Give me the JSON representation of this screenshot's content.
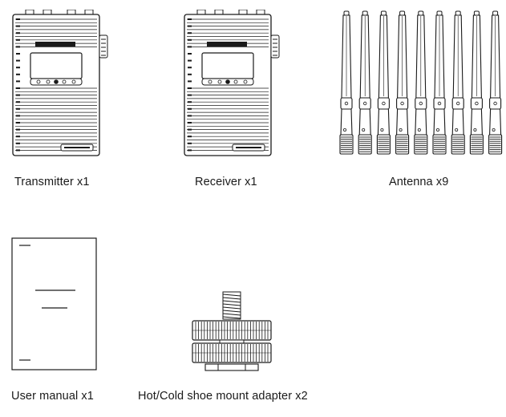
{
  "items": [
    {
      "id": "transmitter",
      "label": "Transmitter x1",
      "icon": "transmitter-unit-icon"
    },
    {
      "id": "receiver",
      "label": "Receiver x1",
      "icon": "receiver-unit-icon"
    },
    {
      "id": "antenna",
      "label": "Antenna x9",
      "icon": "antenna-icon",
      "count": 9
    },
    {
      "id": "manual",
      "label": "User manual x1",
      "icon": "user-manual-icon"
    },
    {
      "id": "adapter",
      "label": "Hot/Cold shoe mount adapter x2",
      "icon": "shoe-mount-adapter-icon"
    }
  ],
  "colors": {
    "line": "#1a1a1a",
    "background": "#ffffff"
  }
}
